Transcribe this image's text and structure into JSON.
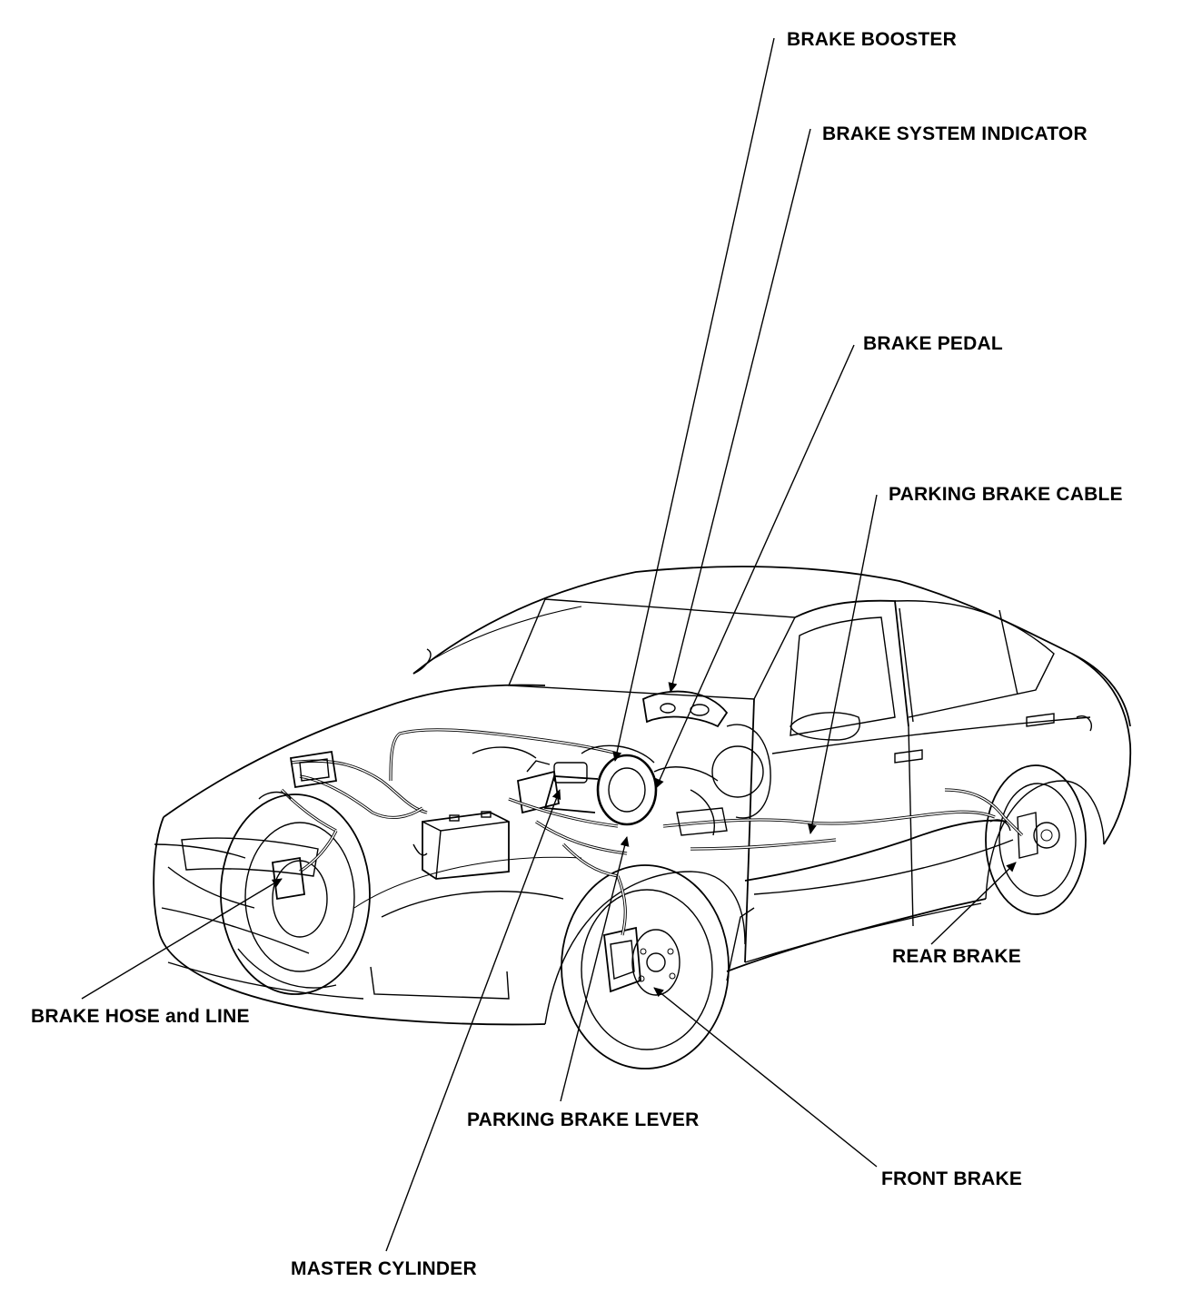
{
  "labels": {
    "brake_booster": "BRAKE BOOSTER",
    "brake_system_indicator": "BRAKE SYSTEM INDICATOR",
    "brake_pedal": "BRAKE PEDAL",
    "parking_brake_cable": "PARKING BRAKE CABLE",
    "rear_brake": "REAR BRAKE",
    "brake_hose_and_line": "BRAKE HOSE and LINE",
    "parking_brake_lever": "PARKING BRAKE LEVER",
    "front_brake": "FRONT BRAKE",
    "master_cylinder": "MASTER CYLINDER"
  }
}
